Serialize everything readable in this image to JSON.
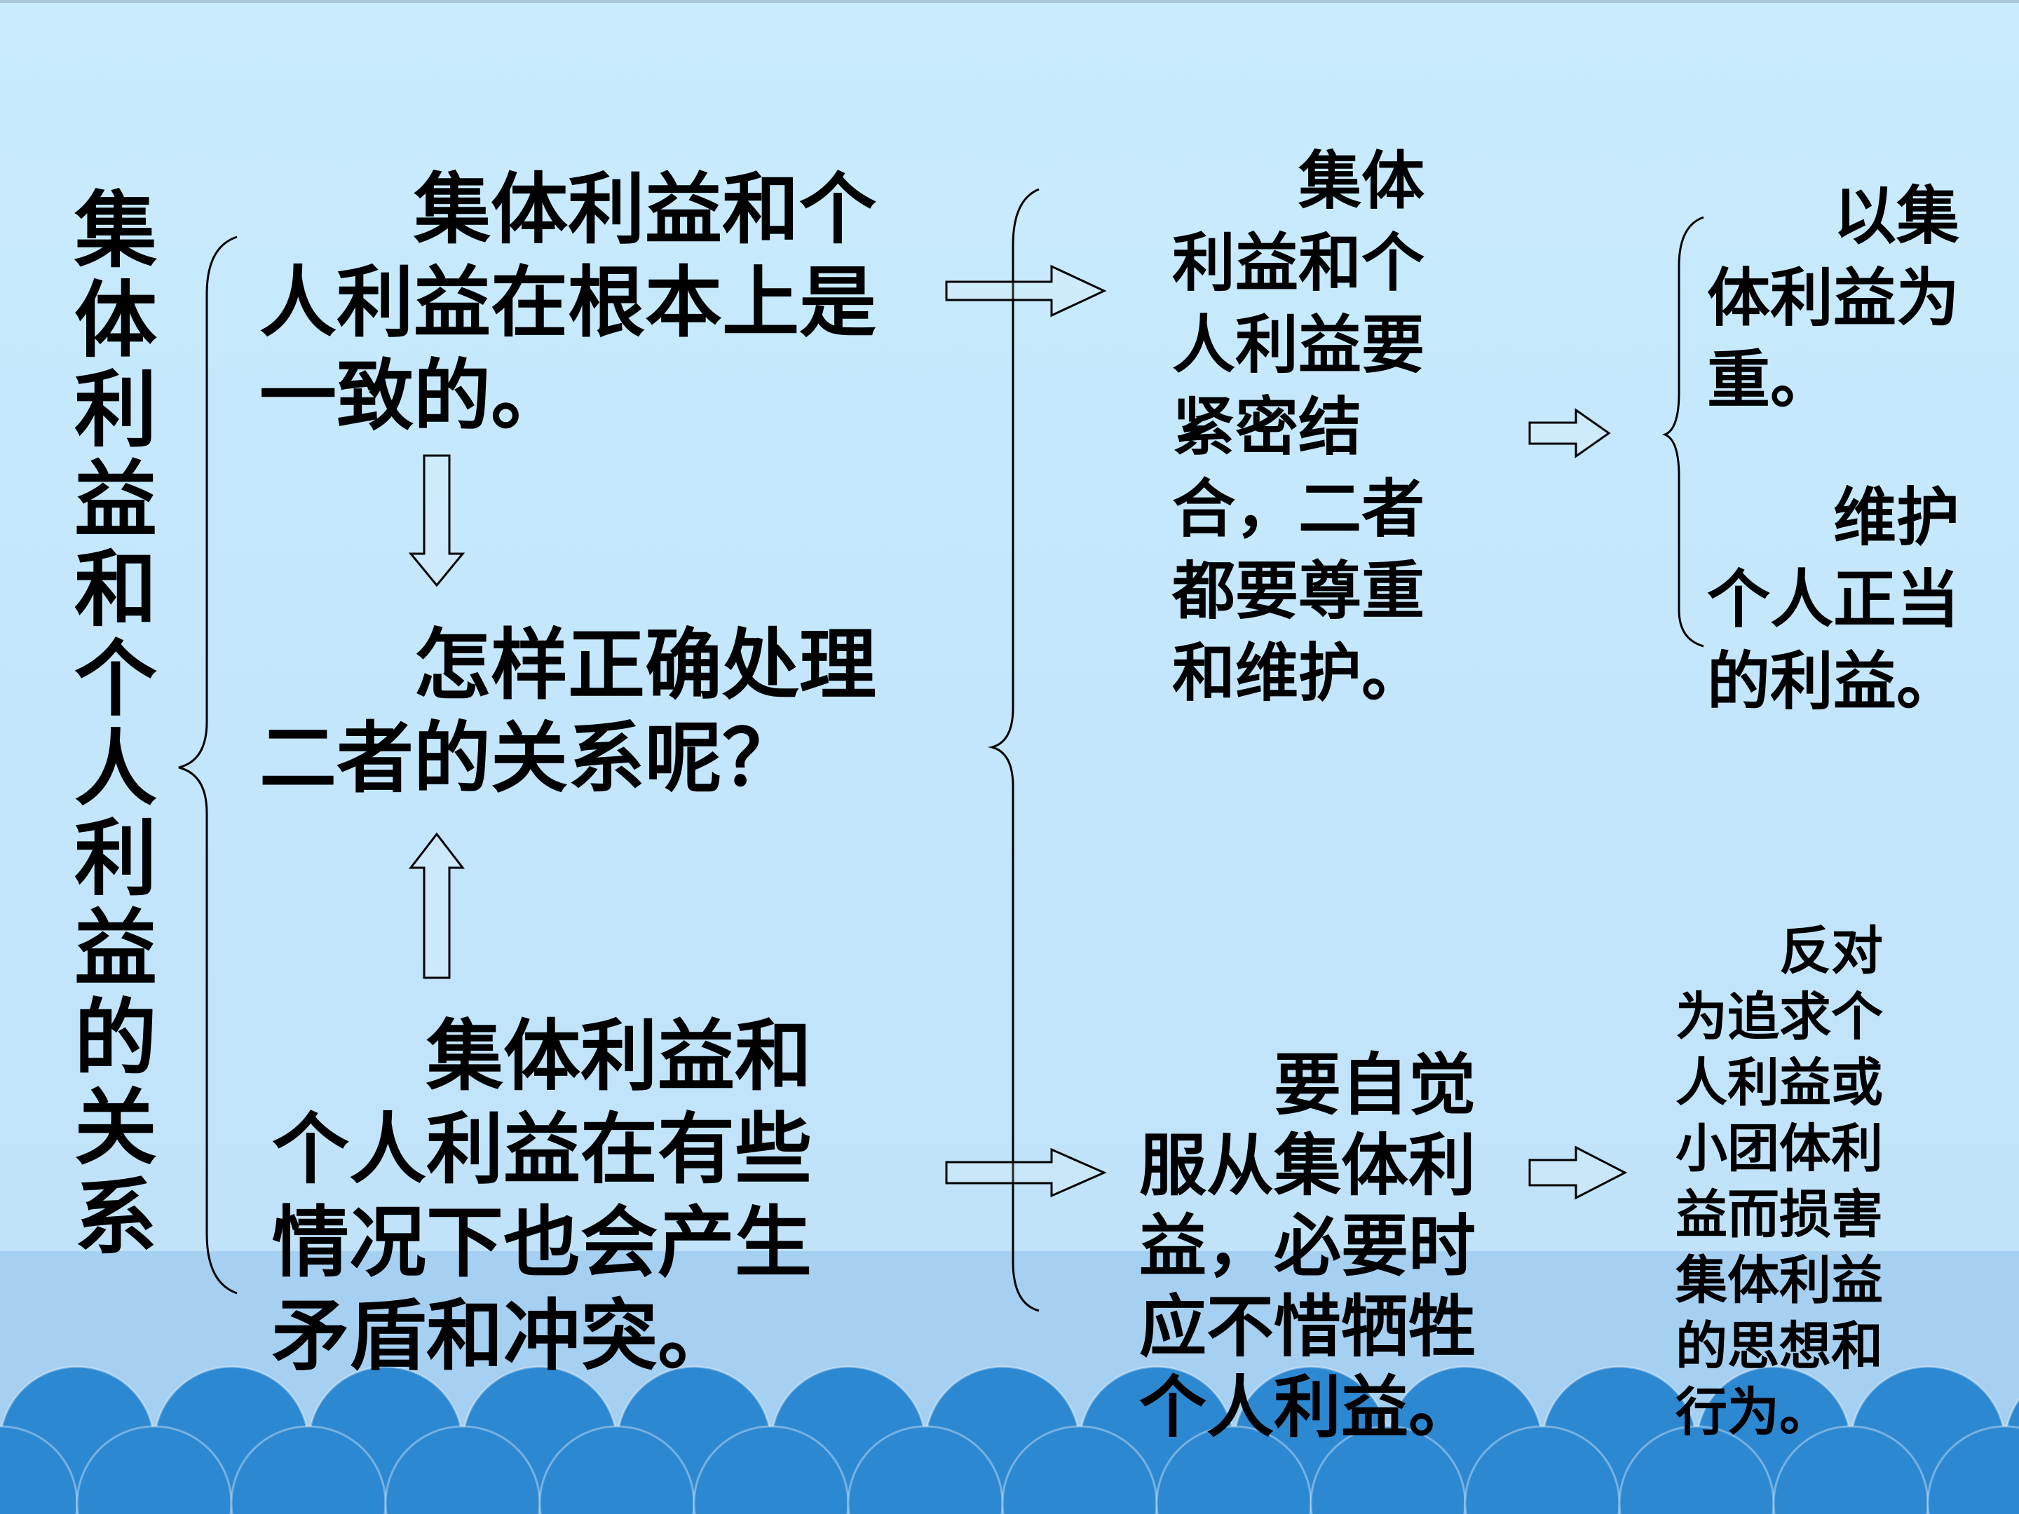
{
  "title": "集体利益和个人利益的关系",
  "box_consistent": "　　集体利益和个人利益在根本上是一致的。",
  "box_question": "　　怎样正确处理二者的关系呢？",
  "box_conflict": "　　集体利益和个人利益在有些情况下也会产生矛盾和冲突。",
  "box_combine": "　　集体利益和个人利益要紧密结合，二者都要尊重和维护。",
  "box_priority": "　　以集体利益为重。",
  "box_protect": "　　维护个人正当的利益。",
  "box_obey": "　　要自觉服从集体利益，必要时应不惜牺牲个人利益。",
  "box_oppose": "　　反对为追求个人利益或小团体利益而损害集体利益的思想和行为。",
  "colors": {
    "background": "#c6e8fc",
    "sea": "#a6d0f1",
    "wave": "#2d88d2",
    "text": "#000000"
  }
}
